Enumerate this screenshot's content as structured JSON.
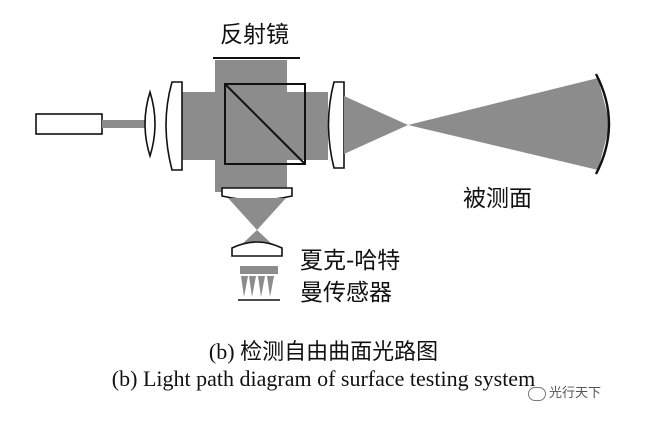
{
  "labels": {
    "mirror": "反射镜",
    "surface": "被测面",
    "sensor_line1": "夏克-哈特",
    "sensor_line2": "曼传感器"
  },
  "caption": {
    "zh": "(b) 检测自由曲面光路图",
    "en": "(b) Light path diagram of surface testing system"
  },
  "watermark": "光行天下",
  "colors": {
    "beam": "#8c8c8c",
    "element_fill": "#ffffff",
    "stroke": "#111111"
  }
}
